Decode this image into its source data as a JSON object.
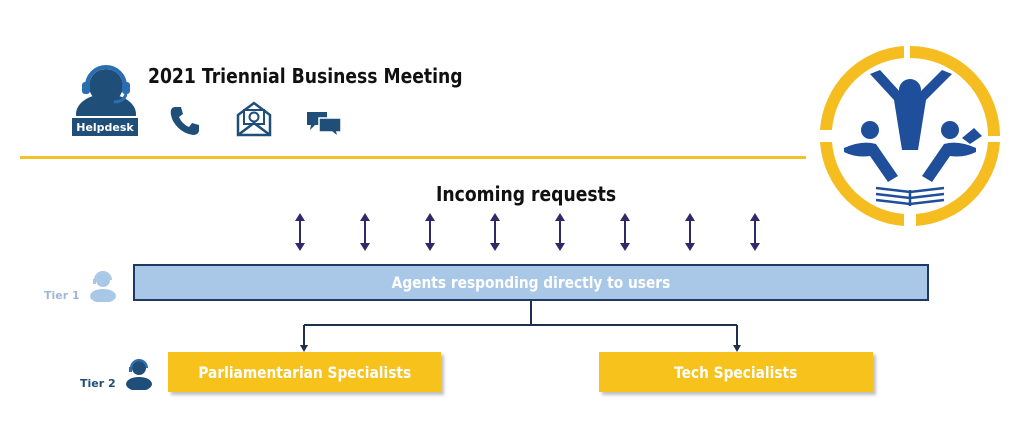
{
  "header": {
    "title": "2021 Triennial Business Meeting",
    "helpdesk_label": "Helpdesk",
    "contact_icons": [
      "phone-icon",
      "email-icon",
      "chat-icon"
    ]
  },
  "diagram": {
    "incoming_label": "Incoming requests",
    "tier1": {
      "label": "Tier 1",
      "box_text": "Agents responding directly to users"
    },
    "tier2": {
      "label": "Tier 2",
      "boxes": [
        "Parliamentarian Specialists",
        "Tech Specialists"
      ]
    }
  },
  "colors": {
    "gold": "#f7c21c",
    "navy": "#1f3864",
    "light_blue": "#a9c8e8",
    "logo_blue": "#1f4e9a"
  }
}
